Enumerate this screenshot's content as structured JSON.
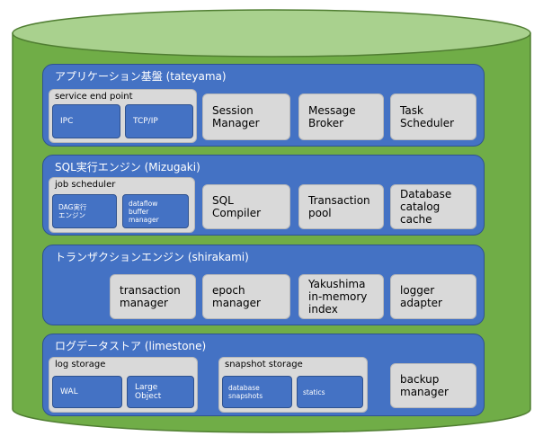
{
  "layers": [
    {
      "title": "アプリケーション基盤 (tateyama)",
      "group": {
        "title": "service end point",
        "items": [
          "IPC",
          "TCP/IP"
        ]
      },
      "boxes": [
        "Session\nManager",
        "Message\nBroker",
        "Task\nScheduler"
      ]
    },
    {
      "title": "SQL実行エンジン (Mizugaki)",
      "group": {
        "title": "job scheduler",
        "items": [
          "DAG実行\nエンジン",
          "dataflow\nbuffer\nmanager"
        ]
      },
      "boxes": [
        "SQL\nCompiler",
        "Transaction\npool",
        "Database\ncatalog\ncache"
      ]
    },
    {
      "title": "トランザクションエンジン (shirakami)",
      "boxes": [
        "transaction\nmanager",
        "epoch\nmanager",
        "Yakushima\nin-memory\nindex",
        "logger\nadapter"
      ]
    },
    {
      "title": "ログデータストア (limestone)",
      "groups": [
        {
          "title": "log storage",
          "items": [
            "WAL",
            "Large\nObject"
          ]
        },
        {
          "title": "snapshot storage",
          "items": [
            "database\nsnapshots",
            "statics"
          ]
        }
      ],
      "boxes": [
        "backup\nmanager"
      ]
    }
  ],
  "colors": {
    "cylinder": "#70ad47",
    "cylinder_top": "#a9d18e",
    "layer": "#4472c4",
    "box": "#d9d9d9"
  }
}
